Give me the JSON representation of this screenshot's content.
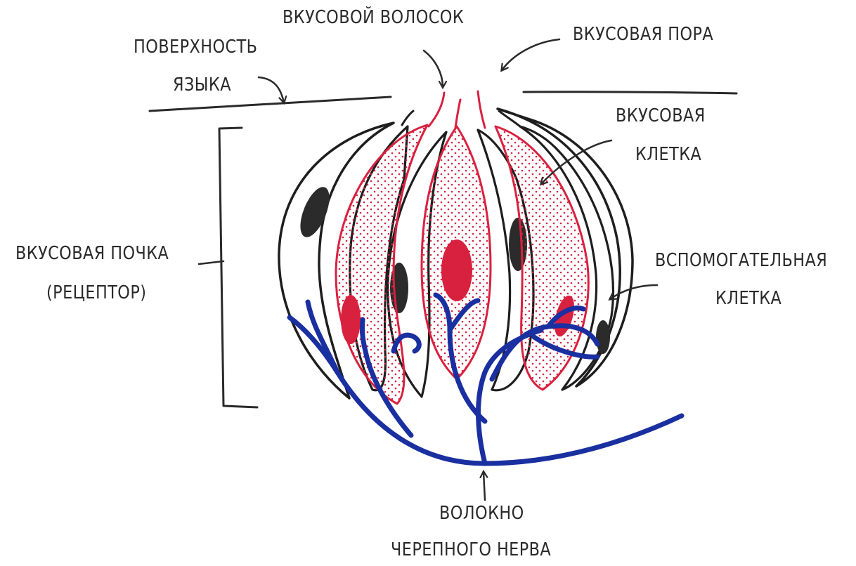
{
  "labels": {
    "taste_hair": "ВКУСОВОЙ ВОЛОСОК",
    "tongue_surface_line1": "ПОВЕРХНОСТЬ",
    "tongue_surface_line2": "ЯЗЫКА",
    "taste_pore": "ВКУСОВАЯ ПОРА",
    "taste_cell_line1": "ВКУСОВАЯ",
    "taste_cell_line2": "КЛЕТКА",
    "taste_bud_line1": "ВКУСОВАЯ ПОЧКА",
    "taste_bud_line2": "(РЕЦЕПТОР)",
    "support_cell_line1": "ВСПОМОГАТЕЛЬНАЯ",
    "support_cell_line2": "КЛЕТКА",
    "nerve_fiber_line1": "ВОЛОКНО",
    "nerve_fiber_line2": "ЧЕРЕПНОГО НЕРВА"
  },
  "colors": {
    "outline": "#1e1e1e",
    "taste_cell": "#d8213f",
    "nerve": "#1a2fa0",
    "nucleus_dark": "#2b2b2b",
    "text": "#2a2a2a"
  }
}
